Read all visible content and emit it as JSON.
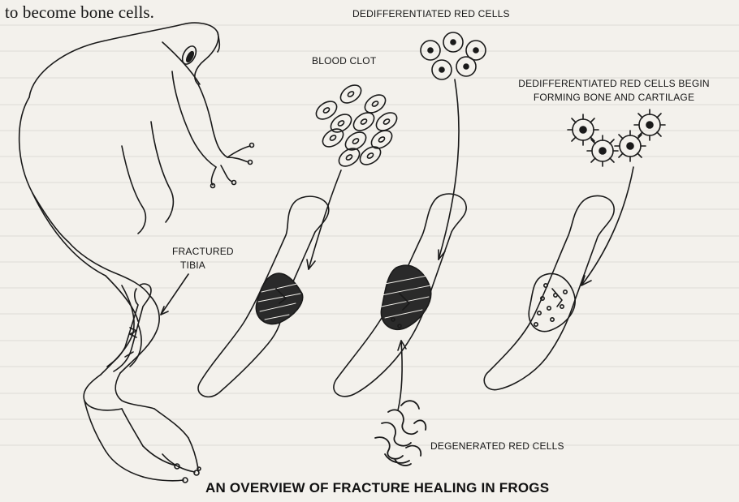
{
  "header": {
    "text": "to become bone cells."
  },
  "labels": {
    "dedifferentiated_red_cells": "DEDIFFERENTIATED RED CELLS",
    "blood_clot": "BLOOD CLOT",
    "dedifferentiated_begin_line1": "DEDIFFERENTIATED RED CELLS BEGIN",
    "dedifferentiated_begin_line2": "FORMING BONE AND CARTILAGE",
    "fractured_line1": "FRACTURED",
    "fractured_line2": "TIBIA",
    "degenerated_red_cells": "DEGENERATED RED CELLS"
  },
  "caption": "AN OVERVIEW OF FRACTURE HEALING IN FROGS"
}
